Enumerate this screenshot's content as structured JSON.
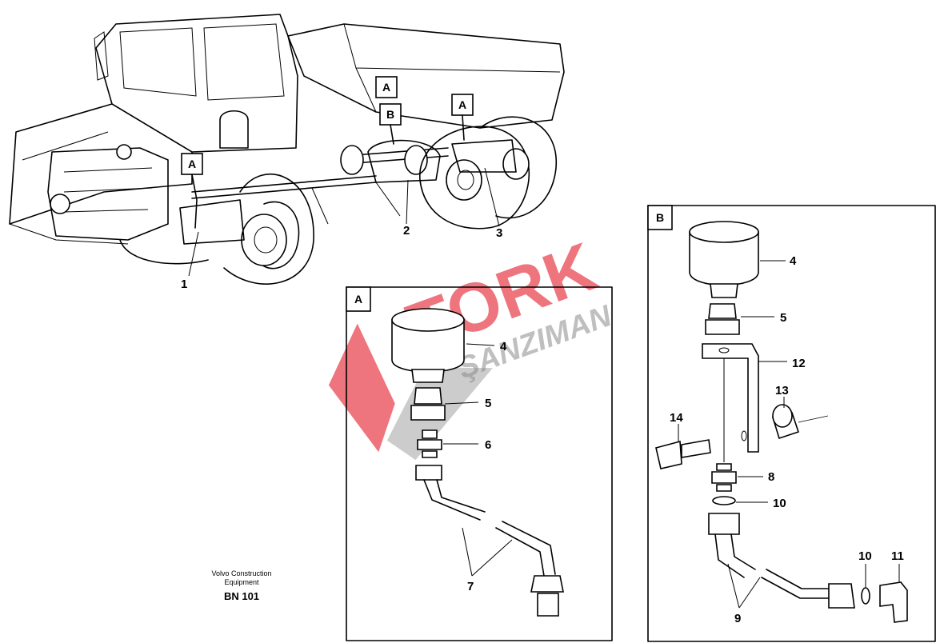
{
  "watermark": {
    "brand": "TORK",
    "subtitle": "ŞANZIMAN",
    "colors": {
      "brand": "#e8404c",
      "subtitle": "#8a8a8a"
    }
  },
  "callouts": {
    "overview_a_front": "A",
    "overview_a_top": "A",
    "overview_b": "B",
    "overview_a_rear": "A"
  },
  "overview_labels": {
    "p1": "1",
    "p2": "2",
    "p3": "3"
  },
  "detail_a": {
    "tag": "A",
    "labels": {
      "p4": "4",
      "p5": "5",
      "p6": "6",
      "p7": "7"
    }
  },
  "detail_b": {
    "tag": "B",
    "labels": {
      "p4": "4",
      "p5": "5",
      "p12": "12",
      "p13": "13",
      "p14": "14",
      "p8": "8",
      "p10a": "10",
      "p10b": "10",
      "p11": "11",
      "p9": "9"
    }
  },
  "footer": {
    "line1": "Volvo Construction",
    "line2": "Equipment",
    "code": "BN 101"
  }
}
